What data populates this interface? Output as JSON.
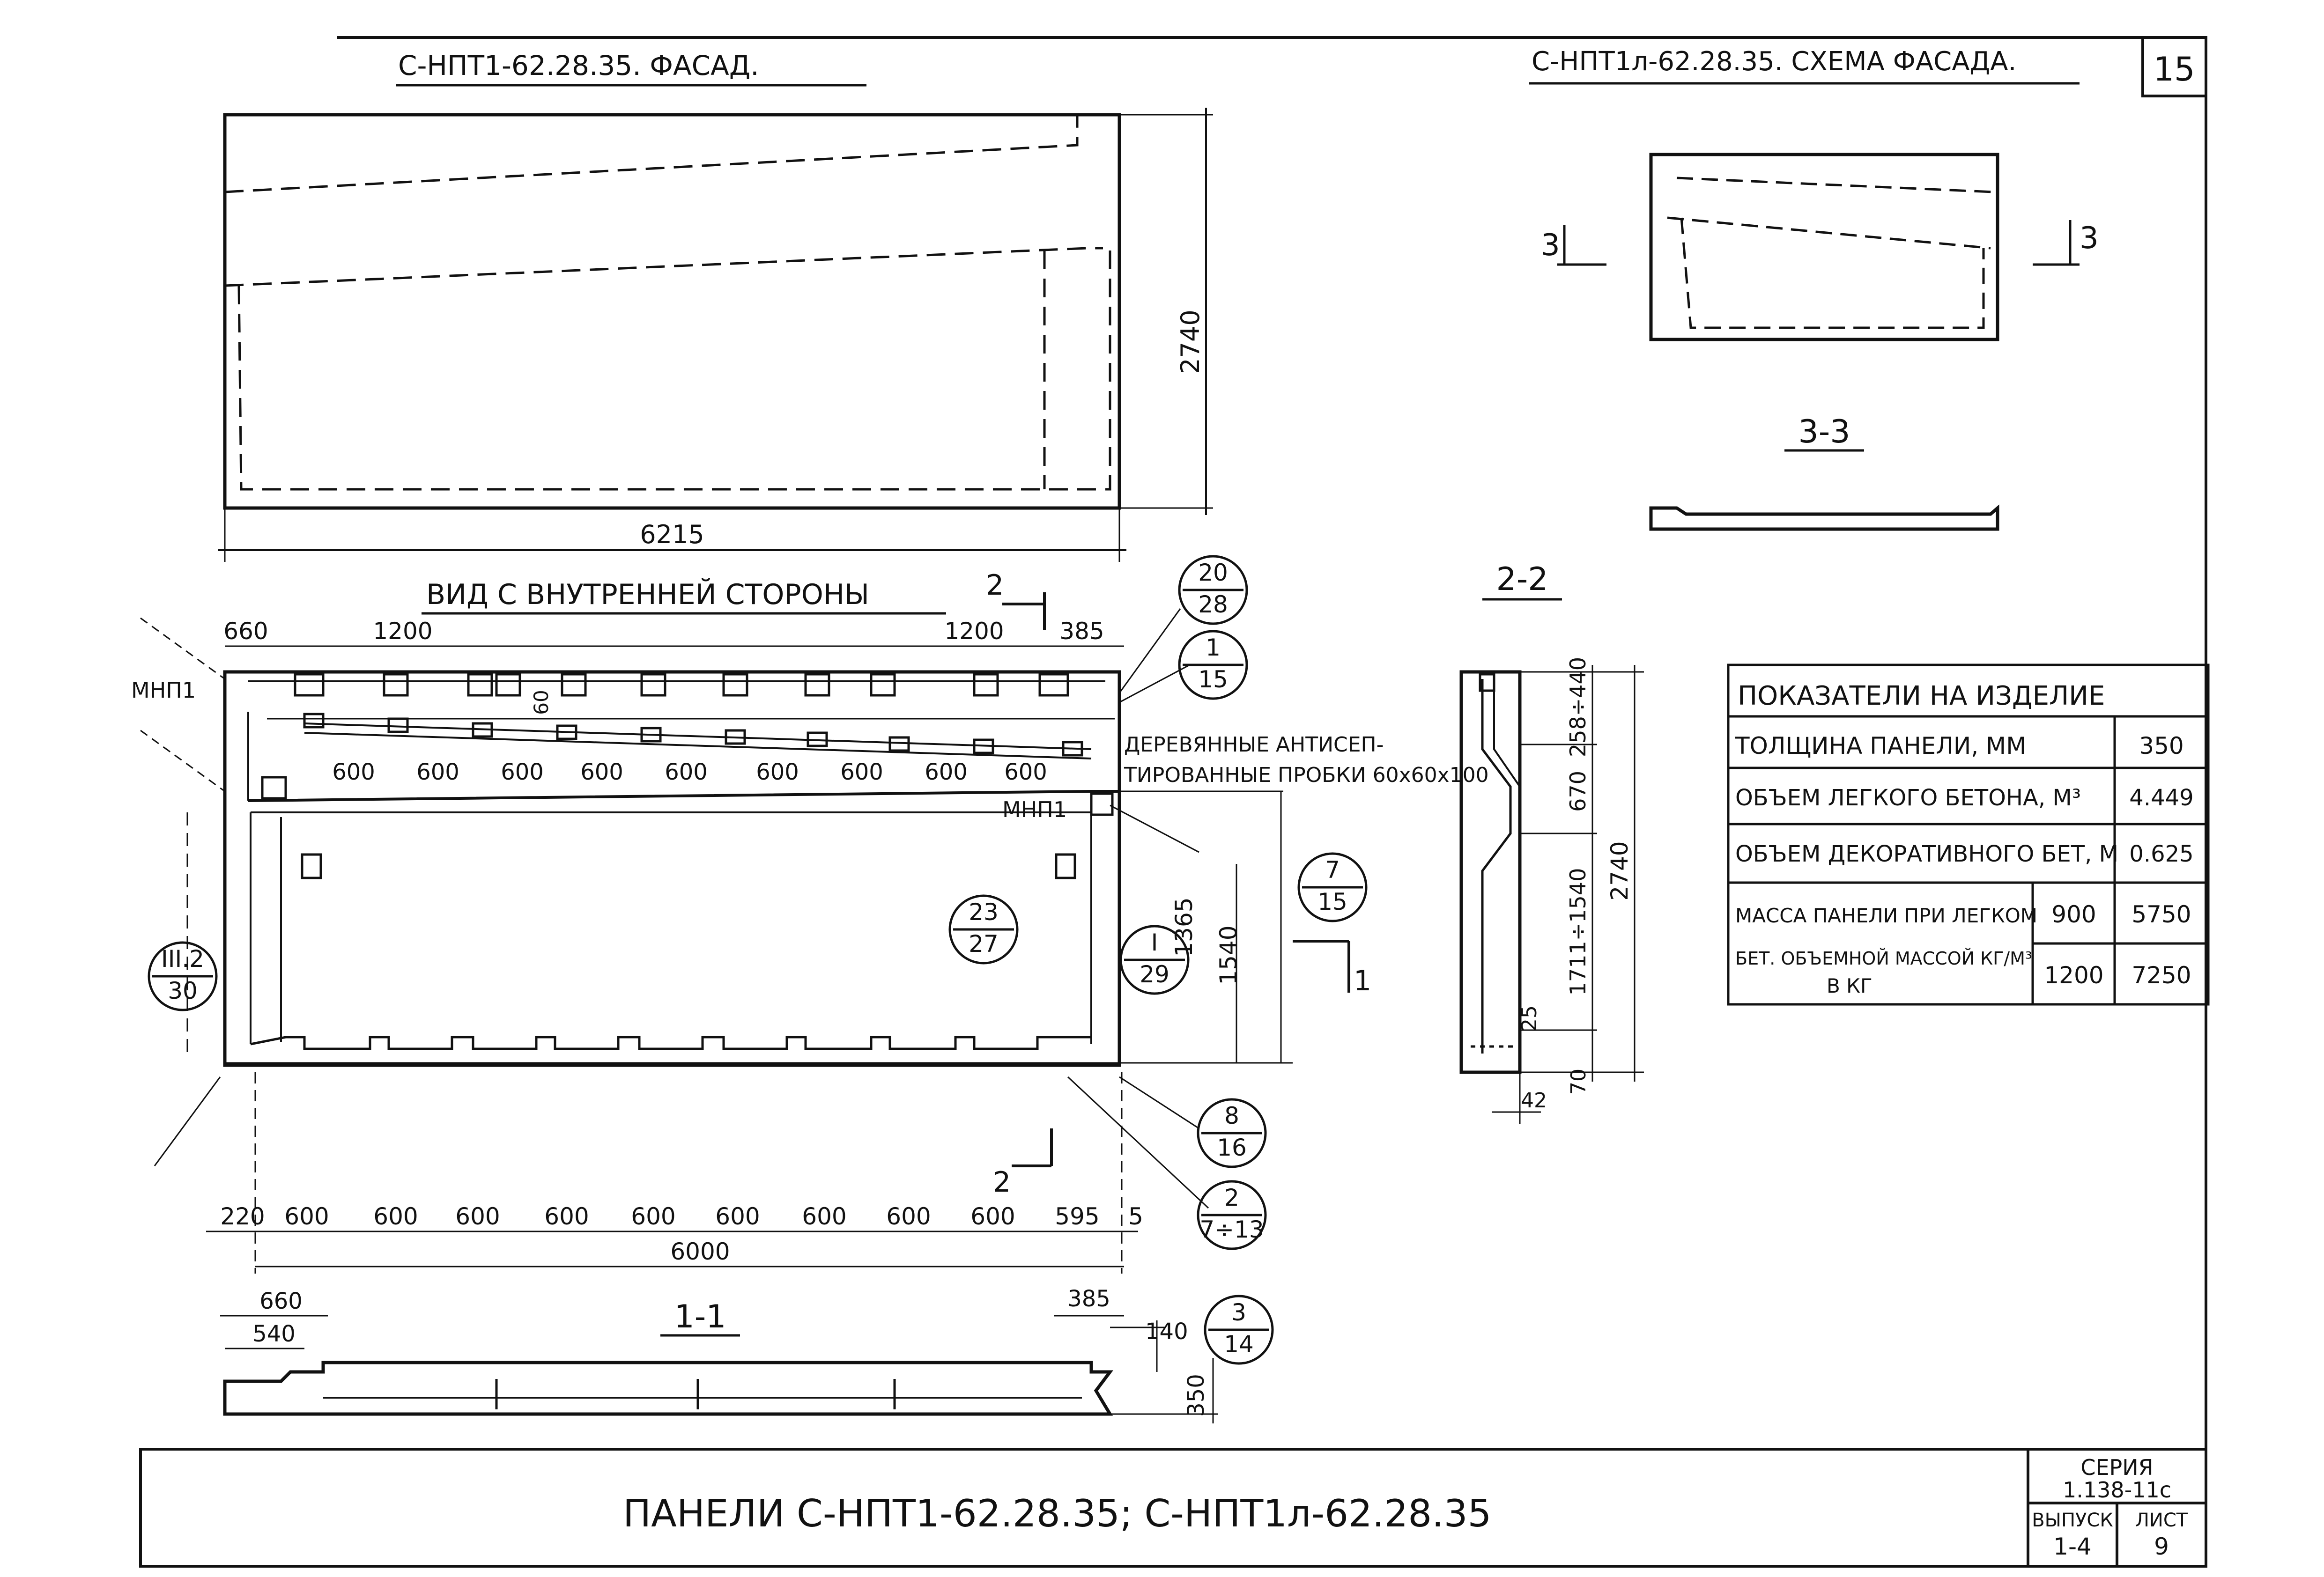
{
  "sheet": {
    "number": "15",
    "titles": {
      "facade": "С-НПТ1-62.28.35.  ФАСАД.",
      "scheme": "С-НПТ1л-62.28.35. СХЕМА ФАСАДА.",
      "inner_view": "ВИД С ВНУТРЕННЕЙ СТОРОНЫ",
      "section_2_2": "2-2",
      "section_3_3": "3-3",
      "section_1_1": "1-1"
    }
  },
  "facade": {
    "height_dim": "2740",
    "width_dim": "6215"
  },
  "scheme": {
    "cut_left": "3",
    "cut_right": "3"
  },
  "inner_view": {
    "top_dims": [
      "660",
      "1200",
      "1200",
      "385"
    ],
    "bottom_dims": [
      "220",
      "600",
      "600",
      "600",
      "600",
      "600",
      "600",
      "600",
      "600",
      "600",
      "595",
      "5"
    ],
    "total_dim": "6000",
    "plug_dims": [
      "600",
      "600",
      "600",
      "600",
      "600",
      "600",
      "600",
      "600",
      "600"
    ],
    "small_dim": "60",
    "labels": {
      "mnp_left": "МНП1",
      "mnp_right": "МНП1",
      "cut_top": "2",
      "cut_bottom": "2",
      "cut_side": "1"
    },
    "note_line1": "ДЕРЕВЯННЫЕ АНТИСЕП-",
    "note_line2": "ТИРОВАННЫЕ ПРОБКИ 60х60х100",
    "right_dims": {
      "d1365": "1365",
      "d1540": "1540"
    },
    "callouts": [
      {
        "top": "20",
        "bottom": "28"
      },
      {
        "top": "1",
        "bottom": "15"
      },
      {
        "top": "7",
        "bottom": "15"
      },
      {
        "top": "23",
        "bottom": "27"
      },
      {
        "top": "I",
        "bottom": "29"
      },
      {
        "top": "III.2",
        "bottom": "30"
      },
      {
        "top": "8",
        "bottom": "16"
      },
      {
        "top": "2",
        "bottom": "7÷13"
      },
      {
        "top": "3",
        "bottom": "14"
      }
    ]
  },
  "section22": {
    "dims": [
      "258÷440",
      "670",
      "1711÷1540",
      "2740",
      "25",
      "70",
      "42"
    ]
  },
  "section11": {
    "dims": [
      "660",
      "540",
      "385",
      "140",
      "350"
    ]
  },
  "table": {
    "title": "ПОКАЗАТЕЛИ НА ИЗДЕЛИЕ",
    "rows": [
      {
        "label": "ТОЛЩИНА ПАНЕЛИ,      ММ",
        "value": "350"
      },
      {
        "label": "ОБЪЕМ ЛЕГКОГО БЕТОНА, М³",
        "value": "4.449"
      },
      {
        "label": "ОБЪЕМ ДЕКОРАТИВНОГО БЕТ, М",
        "value": "0.625"
      }
    ],
    "mass_label_1": "МАССА ПАНЕЛИ ПРИ ЛЕГКОМ",
    "mass_label_2": "БЕТ. ОБЪЕМНОЙ МАССОЙ КГ/М³",
    "mass_label_3": "В КГ",
    "mass_rows": [
      {
        "density": "900",
        "mass": "5750"
      },
      {
        "density": "1200",
        "mass": "7250"
      }
    ]
  },
  "title_block": {
    "title": "ПАНЕЛИ    С-НПТ1-62.28.35;  С-НПТ1л-62.28.35",
    "series_label": "СЕРИЯ",
    "series_value": "1.138-11с",
    "issue_label": "ВЫПУСК",
    "issue_value": "1-4",
    "sheet_label": "ЛИСТ",
    "sheet_value": "9"
  }
}
